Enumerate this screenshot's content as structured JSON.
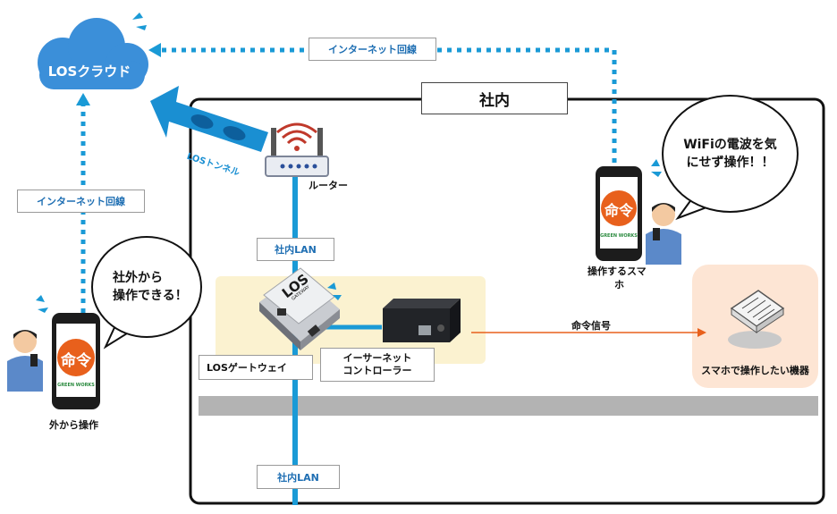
{
  "cloud": {
    "label": "LOSクラウド"
  },
  "office": {
    "title": "社内"
  },
  "internet_line_top": "インターネット回線",
  "internet_line_left": "インターネット回線",
  "tunnel_label": "LOSトンネル",
  "router_label": "ルーター",
  "lan_label_top": "社内LAN",
  "lan_label_bottom": "社内LAN",
  "gateway_label": "LOSゲートウェイ",
  "ethernet_controller_label_line1": "イーサーネット",
  "ethernet_controller_label_line2": "コントローラー",
  "command_signal_label": "命令信号",
  "device_label": "スマホで操作したい機器",
  "phone_inside_label_line1": "操作するスマ",
  "phone_inside_label_line2": "ホ",
  "phone_outside_label": "外から操作",
  "bubble_outside_line1": "社外から",
  "bubble_outside_line2": "操作できる！",
  "bubble_inside_line1": "WiFiの電波を気",
  "bubble_inside_line2": "にせず操作！！",
  "phone_app_text": "命令",
  "phone_brand_text": "GREEN WORKS",
  "gateway_logo_text": "LOS",
  "gateway_logo_sub": "GATEWAY",
  "colors": {
    "blue": "#1a9ad6",
    "cloud": "#3b8fd9",
    "orange": "#e8601c",
    "office_border": "#111111"
  }
}
